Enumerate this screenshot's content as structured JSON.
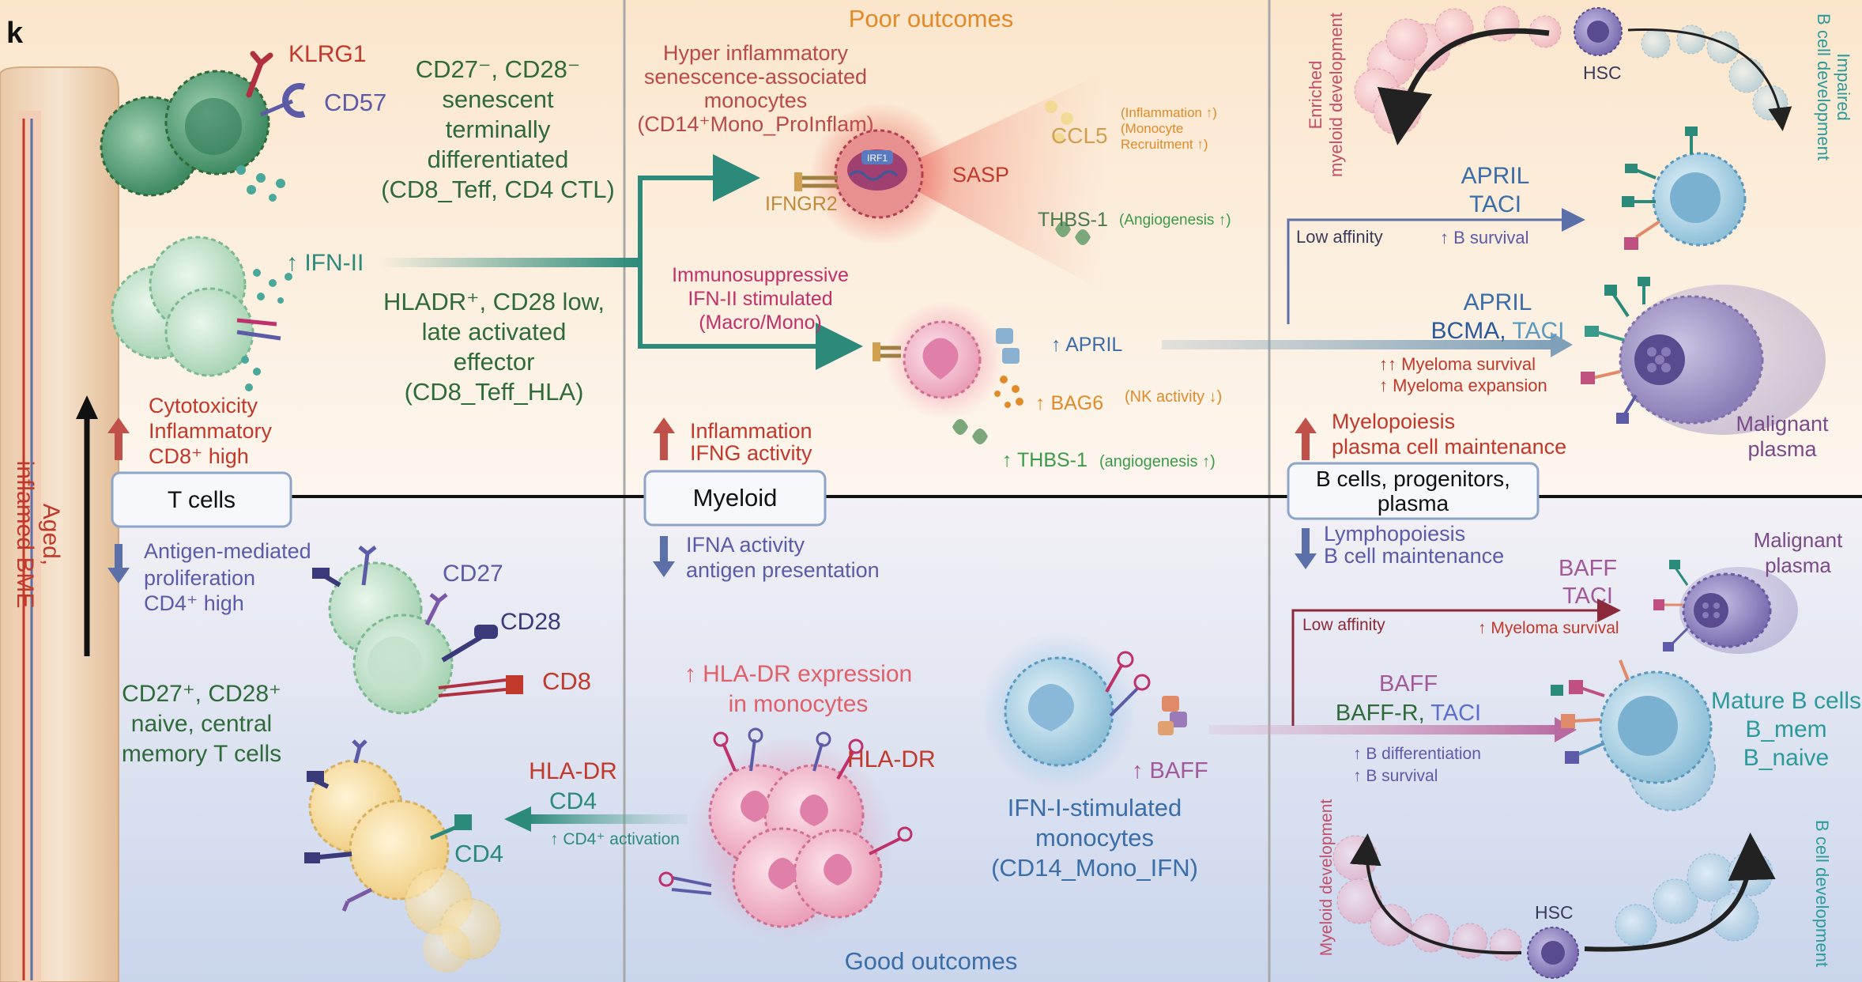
{
  "panel_letter": "k",
  "poor_outcomes": "Poor outcomes",
  "good_outcomes": "Good outcomes",
  "side_label": [
    "Aged,",
    "inflamed BME"
  ],
  "categories": {
    "tcells": "T cells",
    "myeloid": "Myeloid",
    "bcells": [
      "B cells, progenitors,",
      "plasma"
    ]
  },
  "tcell_top": {
    "klrg1": "KLRG1",
    "cd57": "CD57",
    "senescent": [
      "CD27⁻, CD28⁻",
      "senescent",
      "terminally",
      "differentiated",
      "(CD8_Teff, CD4 CTL)"
    ],
    "ifn2": "↑ IFN-II",
    "hladr": [
      "HLADR⁺, CD28 low,",
      "late activated",
      "effector",
      "(CD8_Teff_HLA)"
    ],
    "up_text": [
      "Cytotoxicity",
      "Inflammatory",
      "CD8⁺ high"
    ]
  },
  "tcell_bottom": {
    "down_text": [
      "Antigen-mediated",
      "proliferation",
      "CD4⁺ high"
    ],
    "cd27": "CD27",
    "cd28": "CD28",
    "cd8": "CD8",
    "naive": [
      "CD27⁺, CD28⁺",
      "naive, central",
      "memory T cells"
    ],
    "hladr_cd4": [
      "HLA-DR",
      "CD4"
    ],
    "cd4_activation": "↑ CD4⁺ activation",
    "cd4": "CD4"
  },
  "myeloid_top": {
    "hyper": [
      "Hyper inflammatory",
      "senescence-associated",
      "monocytes",
      "(CD14⁺Mono_ProInflam)"
    ],
    "irf1": "IRF1",
    "ifngr2": "IFNGR2",
    "sasp": "SASP",
    "ccl5": "CCL5",
    "ccl5_note": [
      "(Inflammation ↑)",
      "(Monocyte",
      "Recruitment ↑)"
    ],
    "thbs1": "THBS-1",
    "thbs1_note": "(Angiogenesis ↑)",
    "immuno": [
      "Immunosuppressive",
      "IFN-II stimulated",
      "(Macro/Mono)"
    ],
    "april": "↑ APRIL",
    "bag6": "↑ BAG6",
    "bag6_note": "(NK activity ↓)",
    "thbs1b": "↑ THBS-1",
    "thbs1b_note": "(angiogenesis ↑)",
    "up_text": [
      "Inflammation",
      "IFNG activity"
    ]
  },
  "myeloid_bottom": {
    "down_text": [
      "IFNA activity",
      "antigen presentation"
    ],
    "hla_expr": [
      "↑ HLA-DR expression",
      "in monocytes"
    ],
    "hladr": "HLA-DR",
    "baff": "↑ BAFF",
    "ifn1": [
      "IFN-I-stimulated",
      "monocytes",
      "(CD14_Mono_IFN)"
    ]
  },
  "bcell_top": {
    "enriched": [
      "Enriched",
      "myeloid development"
    ],
    "hsc": "HSC",
    "impaired": [
      "Impaired",
      "B cell development"
    ],
    "april_taci": [
      "APRIL",
      "TACI"
    ],
    "low_affinity": "Low affinity",
    "b_survival": "↑ B survival",
    "april2": "APRIL",
    "bcma": "BCMA",
    "comma": ", ",
    "taci": "TACI",
    "myeloma_survival": "↑↑ Myeloma survival",
    "myeloma_expansion": "↑ Myeloma expansion",
    "malignant": [
      "Malignant",
      "plasma"
    ],
    "up_text": [
      "Myelopoiesis",
      "plasma cell maintenance"
    ]
  },
  "bcell_bottom": {
    "down_text": [
      "Lymphopoiesis",
      "B cell maintenance"
    ],
    "baff_taci": [
      "BAFF",
      "TACI"
    ],
    "low_affinity": "Low affinity",
    "myeloma_survival": "↑ Myeloma survival",
    "malignant": [
      "Malignant",
      "plasma"
    ],
    "baff2": "BAFF",
    "baffr": "BAFF-R",
    "comma": ", ",
    "taci2": "TACI",
    "b_diff": "↑ B differentiation",
    "b_surv": "↑ B survival",
    "mature": [
      "Mature B cells",
      "B_mem",
      "B_naive"
    ],
    "myeloid_dev": "Myeloid development",
    "hsc": "HSC",
    "bcell_dev": "B cell development"
  },
  "colors": {
    "green_text": "#2f6b3a",
    "red_text": "#c0392b",
    "purple_text": "#5b5ba8",
    "teal": "#2c8a7a",
    "orange": "#e08a2a",
    "magenta": "#c0306a",
    "blue_text": "#3b6ea8"
  }
}
